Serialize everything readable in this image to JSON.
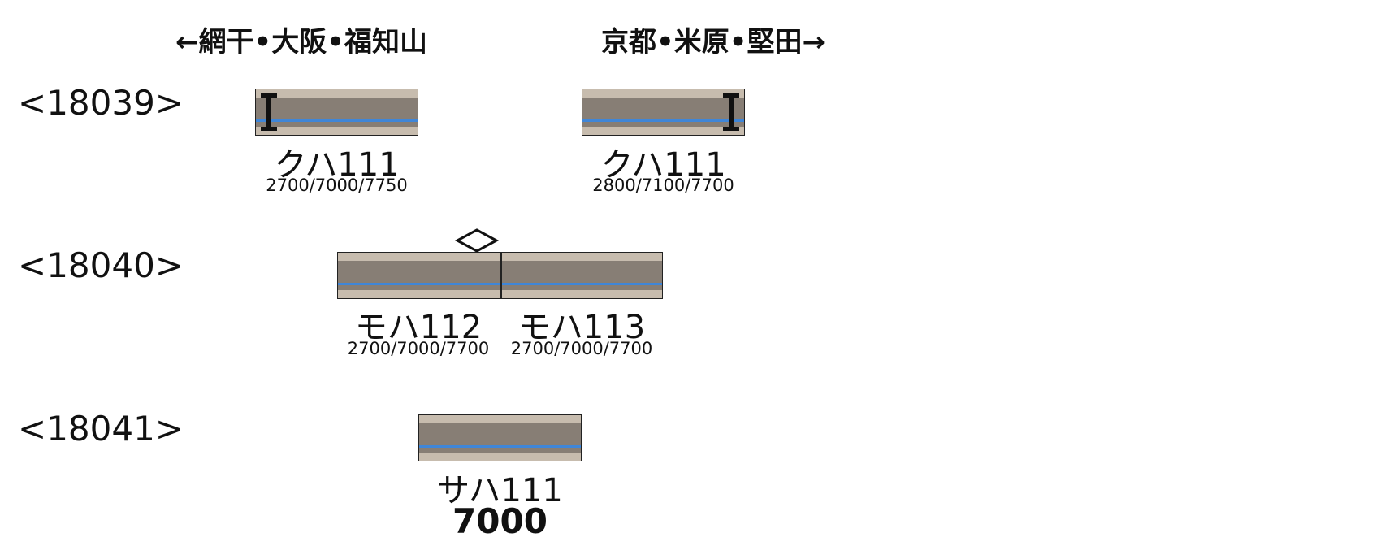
{
  "directions": {
    "left": "←網干•大阪•福知山",
    "right": "京都•米原•堅田→"
  },
  "sets": [
    {
      "label": "<18039>",
      "cars": [
        {
          "name": "クハ111",
          "numbers": "2700/7000/7750",
          "cab": "left"
        },
        {
          "name": "クハ111",
          "numbers": "2800/7100/7700",
          "cab": "right"
        }
      ]
    },
    {
      "label": "<18040>",
      "cars": [
        {
          "name": "モハ112",
          "numbers": "2700/7000/7700",
          "pantograph": true
        },
        {
          "name": "モハ113",
          "numbers": "2700/7000/7700"
        }
      ]
    },
    {
      "label": "<18041>",
      "cars": [
        {
          "name": "サハ111",
          "numbers": "7000"
        }
      ]
    }
  ],
  "colors": {
    "body": "#c7bcae",
    "band": "#877e75",
    "stripe": "#3f86d8",
    "outline": "#222222"
  }
}
